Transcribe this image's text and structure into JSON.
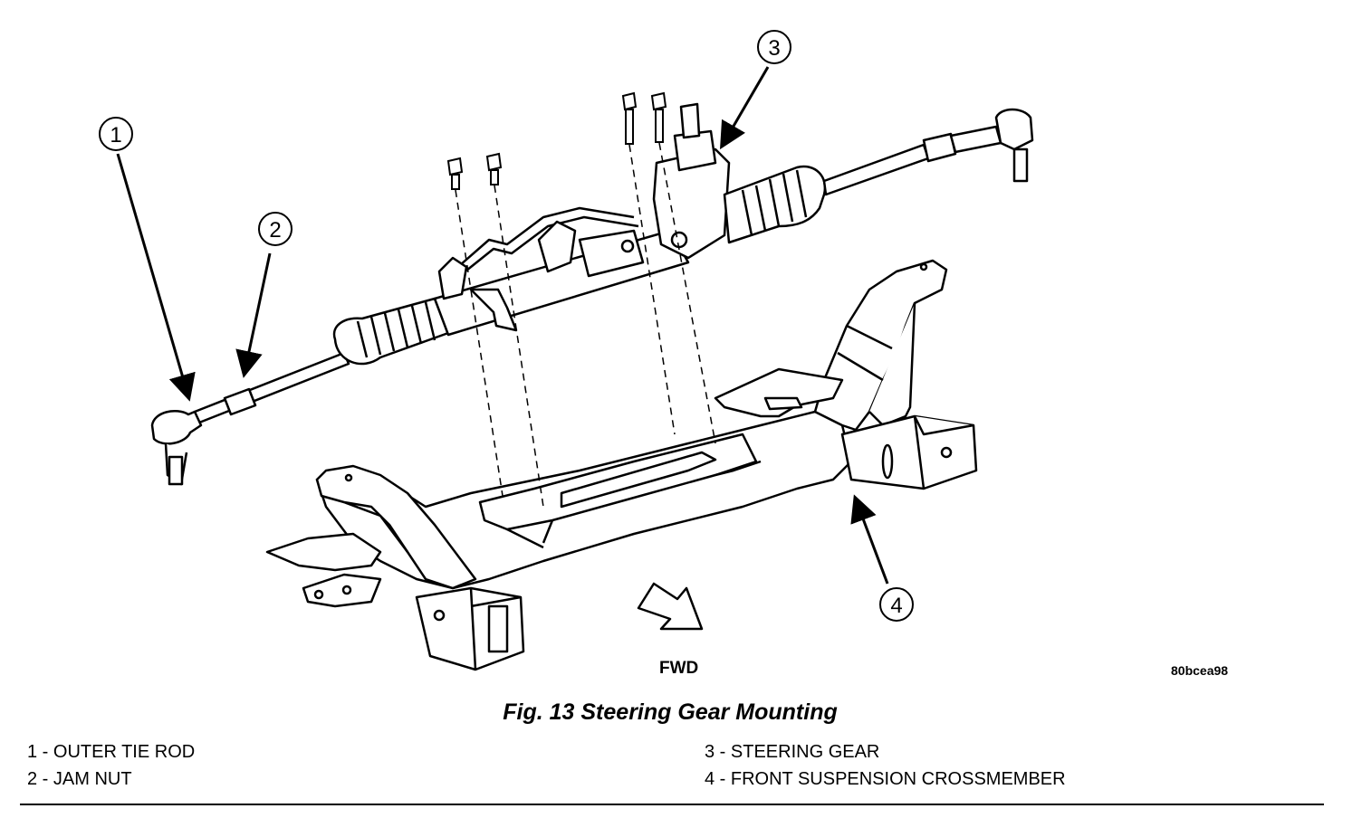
{
  "figure": {
    "caption": "Fig. 13 Steering Gear Mounting",
    "image_code": "80bcea98",
    "direction_label": "FWD"
  },
  "callouts": [
    "1",
    "2",
    "3",
    "4"
  ],
  "legend": {
    "left": [
      "1 - OUTER TIE ROD",
      "2 - JAM NUT"
    ],
    "right": [
      "3 - STEERING GEAR",
      "4 - FRONT SUSPENSION CROSSMEMBER"
    ]
  },
  "colors": {
    "ink": "#000000",
    "paper": "#ffffff"
  }
}
